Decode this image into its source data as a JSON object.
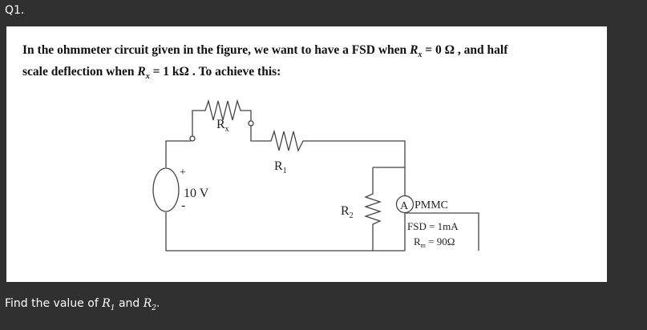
{
  "question_label": "Q1.",
  "problem": {
    "line1_a": "In the ohmmeter circuit given in the figure, we want to have a FSD when",
    "rx_symbol": "R",
    "rx_sub": "x",
    "line1_b": "= 0 Ω , and half",
    "line2_a": "scale deflection when",
    "line2_b": "= 1 kΩ . To achieve this:"
  },
  "circuit": {
    "rx_label": "R",
    "rx_sub": "x",
    "r1_label": "R",
    "r1_sub": "1",
    "r2_label": "R",
    "r2_sub": "2",
    "source_plus": "+",
    "source_minus": "-",
    "source_value": "10 V",
    "meter_symbol": "A",
    "meter_type": "PMMC",
    "meter_fsd": "FSD = 1mA",
    "meter_rm_symbol": "R",
    "meter_rm_sub": "m",
    "meter_rm_value": " = 90Ω"
  },
  "footer": {
    "prefix": "Find the value of",
    "r1_symbol": "R",
    "r1_sub": "1",
    "and": "and",
    "r2_symbol": "R",
    "r2_sub": "2",
    "suffix": "."
  }
}
